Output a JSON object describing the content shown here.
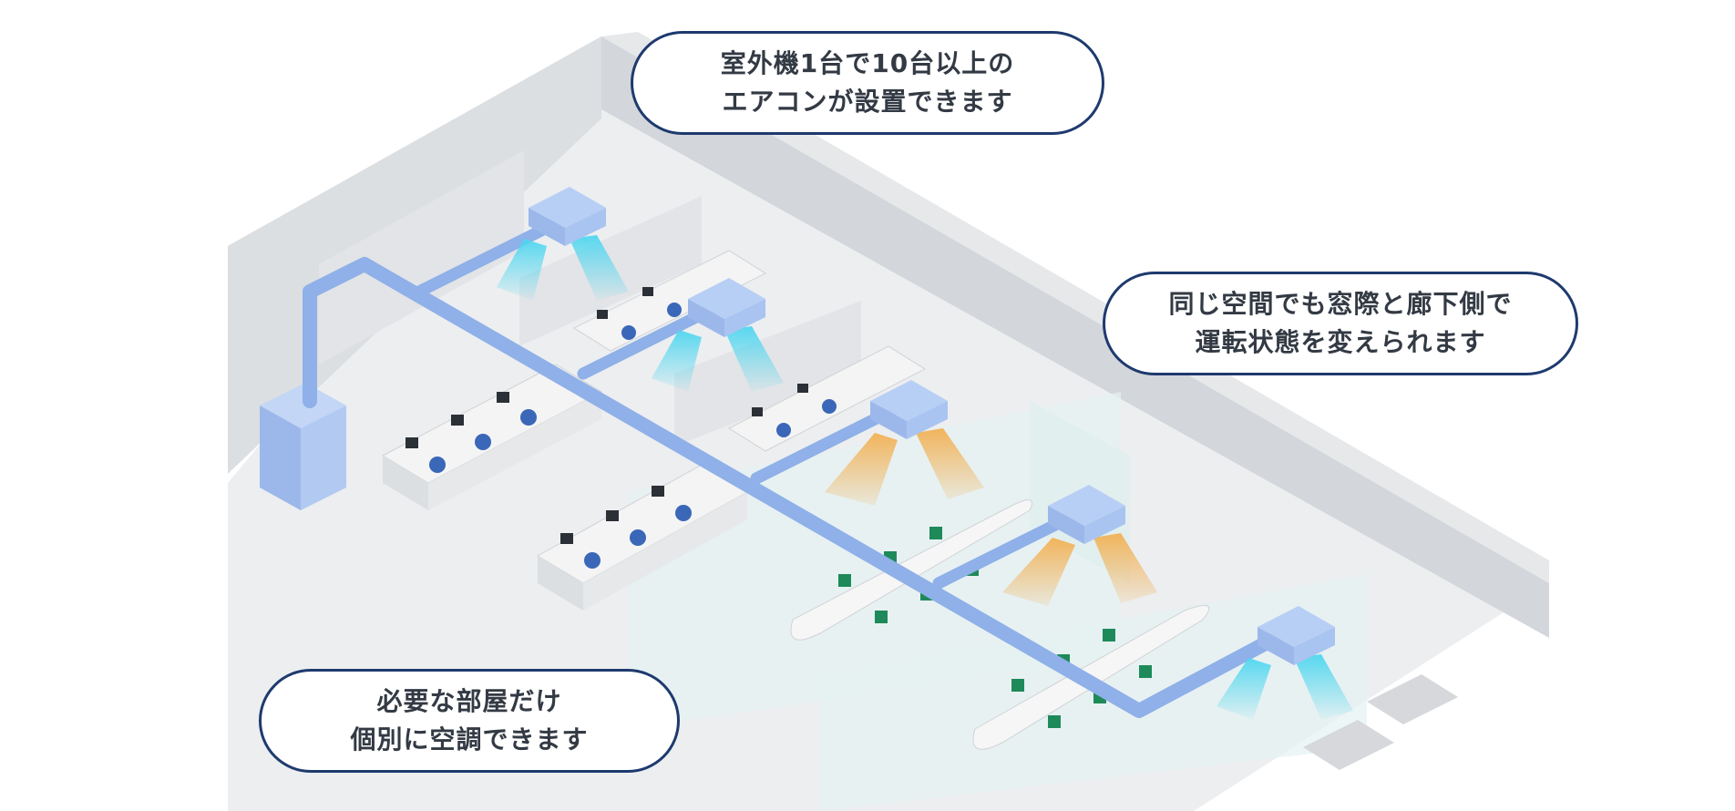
{
  "colors": {
    "duct": "#8fb0e8",
    "unit": "#a9c4f1",
    "cool_air": "#4fd6ef",
    "warm_air": "#f2b154",
    "wall": "#d9dbde",
    "floor": "#eceef0",
    "desk": "#f4f4f4",
    "chair_blue": "#3a67b8",
    "chair_green": "#1e8a5a",
    "callout_border": "#1e3a6e",
    "callout_text": "#333a44"
  },
  "callouts": {
    "top": {
      "line1": "室外機1台で10台以上の",
      "line2": "エアコンが設置できます"
    },
    "right": {
      "line1": "同じ空間でも窓際と廊下側で",
      "line2": "運転状態を変えられます"
    },
    "left": {
      "line1": "必要な部屋だけ",
      "line2": "個別に空調できます"
    }
  },
  "indoor_units": [
    {
      "airflow": "cool"
    },
    {
      "airflow": "cool"
    },
    {
      "airflow": "warm"
    },
    {
      "airflow": "warm"
    },
    {
      "airflow": "cool"
    }
  ]
}
